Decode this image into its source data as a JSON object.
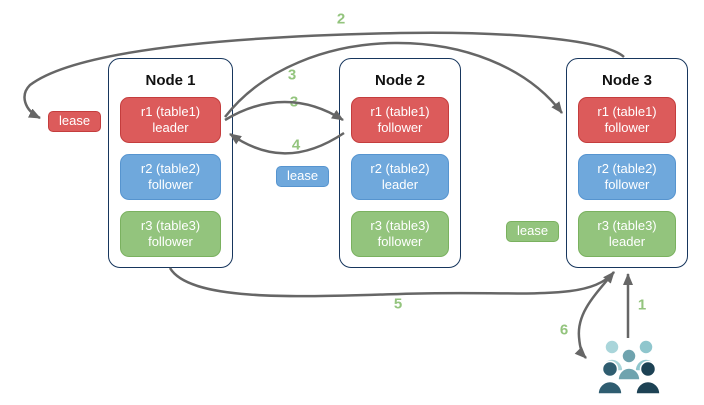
{
  "diagram": {
    "nodes": [
      {
        "title": "Node 1",
        "replicas": [
          {
            "label": "r1 (table1)",
            "role": "leader",
            "color": "#dc5b5b"
          },
          {
            "label": "r2 (table2)",
            "role": "follower",
            "color": "#6fa8dc"
          },
          {
            "label": "r3 (table3)",
            "role": "follower",
            "color": "#93c47d"
          }
        ]
      },
      {
        "title": "Node 2",
        "replicas": [
          {
            "label": "r1 (table1)",
            "role": "follower",
            "color": "#dc5b5b"
          },
          {
            "label": "r2 (table2)",
            "role": "leader",
            "color": "#6fa8dc"
          },
          {
            "label": "r3 (table3)",
            "role": "follower",
            "color": "#93c47d"
          }
        ]
      },
      {
        "title": "Node 3",
        "replicas": [
          {
            "label": "r1 (table1)",
            "role": "follower",
            "color": "#dc5b5b"
          },
          {
            "label": "r2 (table2)",
            "role": "follower",
            "color": "#6fa8dc"
          },
          {
            "label": "r3 (table3)",
            "role": "leader",
            "color": "#93c47d"
          }
        ]
      }
    ],
    "leases": [
      {
        "label": "lease",
        "color": "#dc5b5b",
        "near": "Node 1 / r1"
      },
      {
        "label": "lease",
        "color": "#6fa8dc",
        "near": "between Node 1 and Node 2 / r2"
      },
      {
        "label": "lease",
        "color": "#93c47d",
        "near": "Node 3 / r3"
      }
    ],
    "steps": [
      "1",
      "2",
      "3",
      "3",
      "4",
      "5",
      "6"
    ],
    "colors": {
      "node_border": "#17365d",
      "arrow": "#666666",
      "step_label": "#93c47d",
      "users_icon": [
        "#a9d5da",
        "#8fc6cd",
        "#6fa3ae",
        "#2f5d70",
        "#1d4254"
      ]
    },
    "icons": [
      "users-icon"
    ]
  }
}
